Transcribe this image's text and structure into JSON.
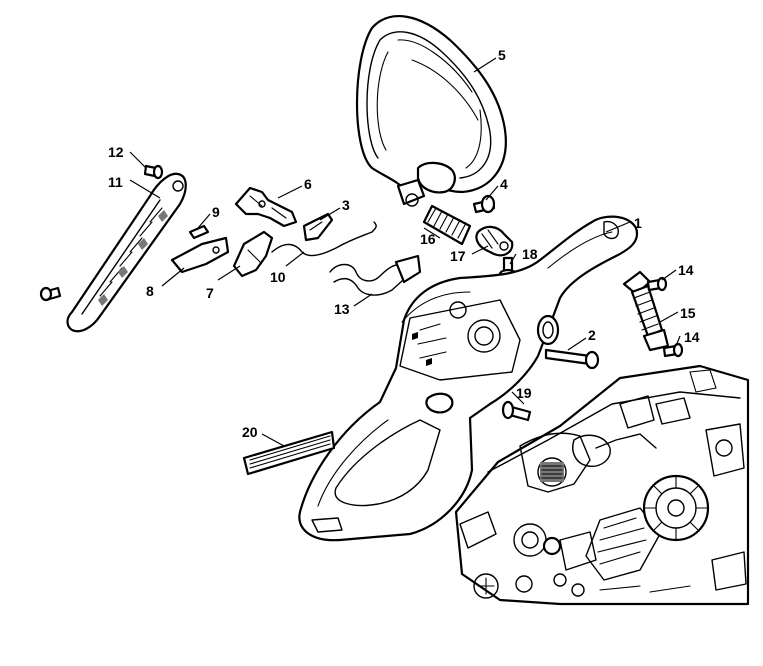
{
  "callouts": {
    "c1": "1",
    "c2": "2",
    "c3": "3",
    "c4": "4",
    "c5": "5",
    "c6": "6",
    "c7": "7",
    "c8": "8",
    "c9": "9",
    "c10": "10",
    "c11": "11",
    "c12": "12",
    "c13": "13",
    "c14a": "14",
    "c14b": "14",
    "c15": "15",
    "c16": "16",
    "c17": "17",
    "c18": "18",
    "c19": "19",
    "c20": "20"
  },
  "colors": {
    "line": "#000000",
    "background": "#ffffff"
  }
}
